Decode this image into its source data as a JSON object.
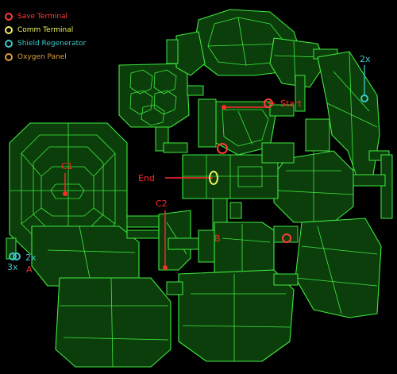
{
  "legend": [
    {
      "label": "Save Terminal",
      "color": "#ff3b3b"
    },
    {
      "label": "Comm Terminal",
      "color": "#f0f060"
    },
    {
      "label": "Shield Regenerator",
      "color": "#40c8c8"
    },
    {
      "label": "Oxygen Panel",
      "color": "#d8a040"
    }
  ],
  "labels": {
    "start": "Start",
    "end": "End",
    "c1": "C1",
    "c2": "C2",
    "a": "A",
    "b": "B",
    "shield_left_2x": "2x",
    "shield_left_3x": "3x",
    "shield_right_2x": "2x"
  },
  "colors": {
    "route": "#ff2a2a",
    "walls": "#3fe93f",
    "floor": "#0b3e0b",
    "shield": "#40c8c8",
    "comm": "#f0f060"
  }
}
